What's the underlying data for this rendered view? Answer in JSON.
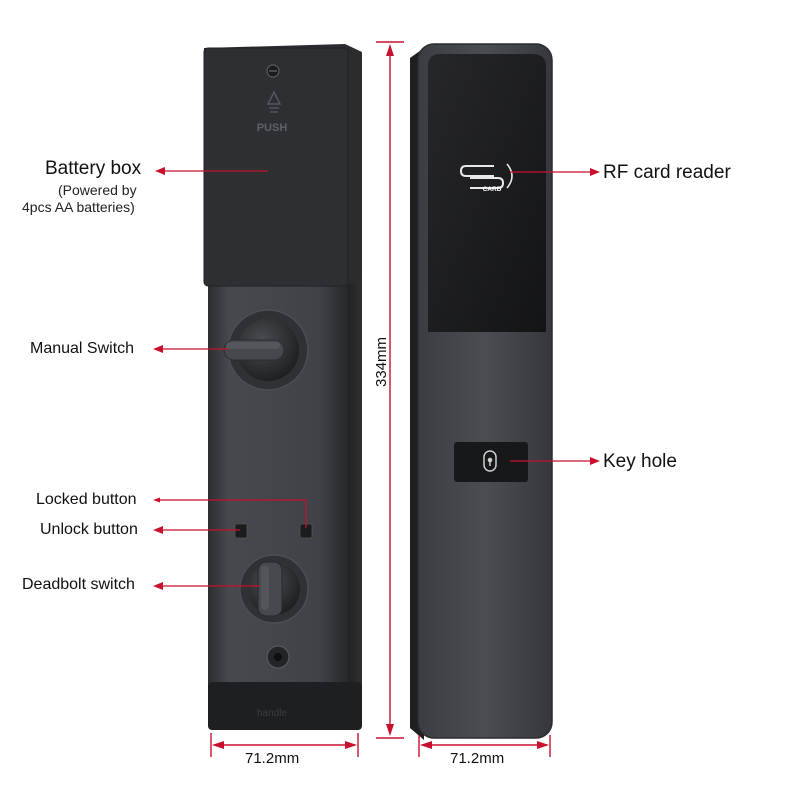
{
  "labels": {
    "battery_box": "Battery box",
    "battery_note_line1": "(Powered by",
    "battery_note_line2": "4pcs AA batteries)",
    "manual_switch": "Manual Switch",
    "locked_button": "Locked button",
    "unlock_button": "Unlock button",
    "deadbolt_switch": "Deadbolt switch",
    "rf_card_reader": "RF card reader",
    "key_hole": "Key hole"
  },
  "dimensions": {
    "height": "334mm",
    "width_interior": "71.2mm",
    "width_exterior": "71.2mm"
  },
  "device_text": {
    "push": "PUSH",
    "card": "CARD",
    "brand": "handle"
  },
  "colors": {
    "callout": "#c8102e",
    "lock_body": "#3d4044",
    "battery_cover": "#2a2c30",
    "glass_panel": "#18191c"
  }
}
